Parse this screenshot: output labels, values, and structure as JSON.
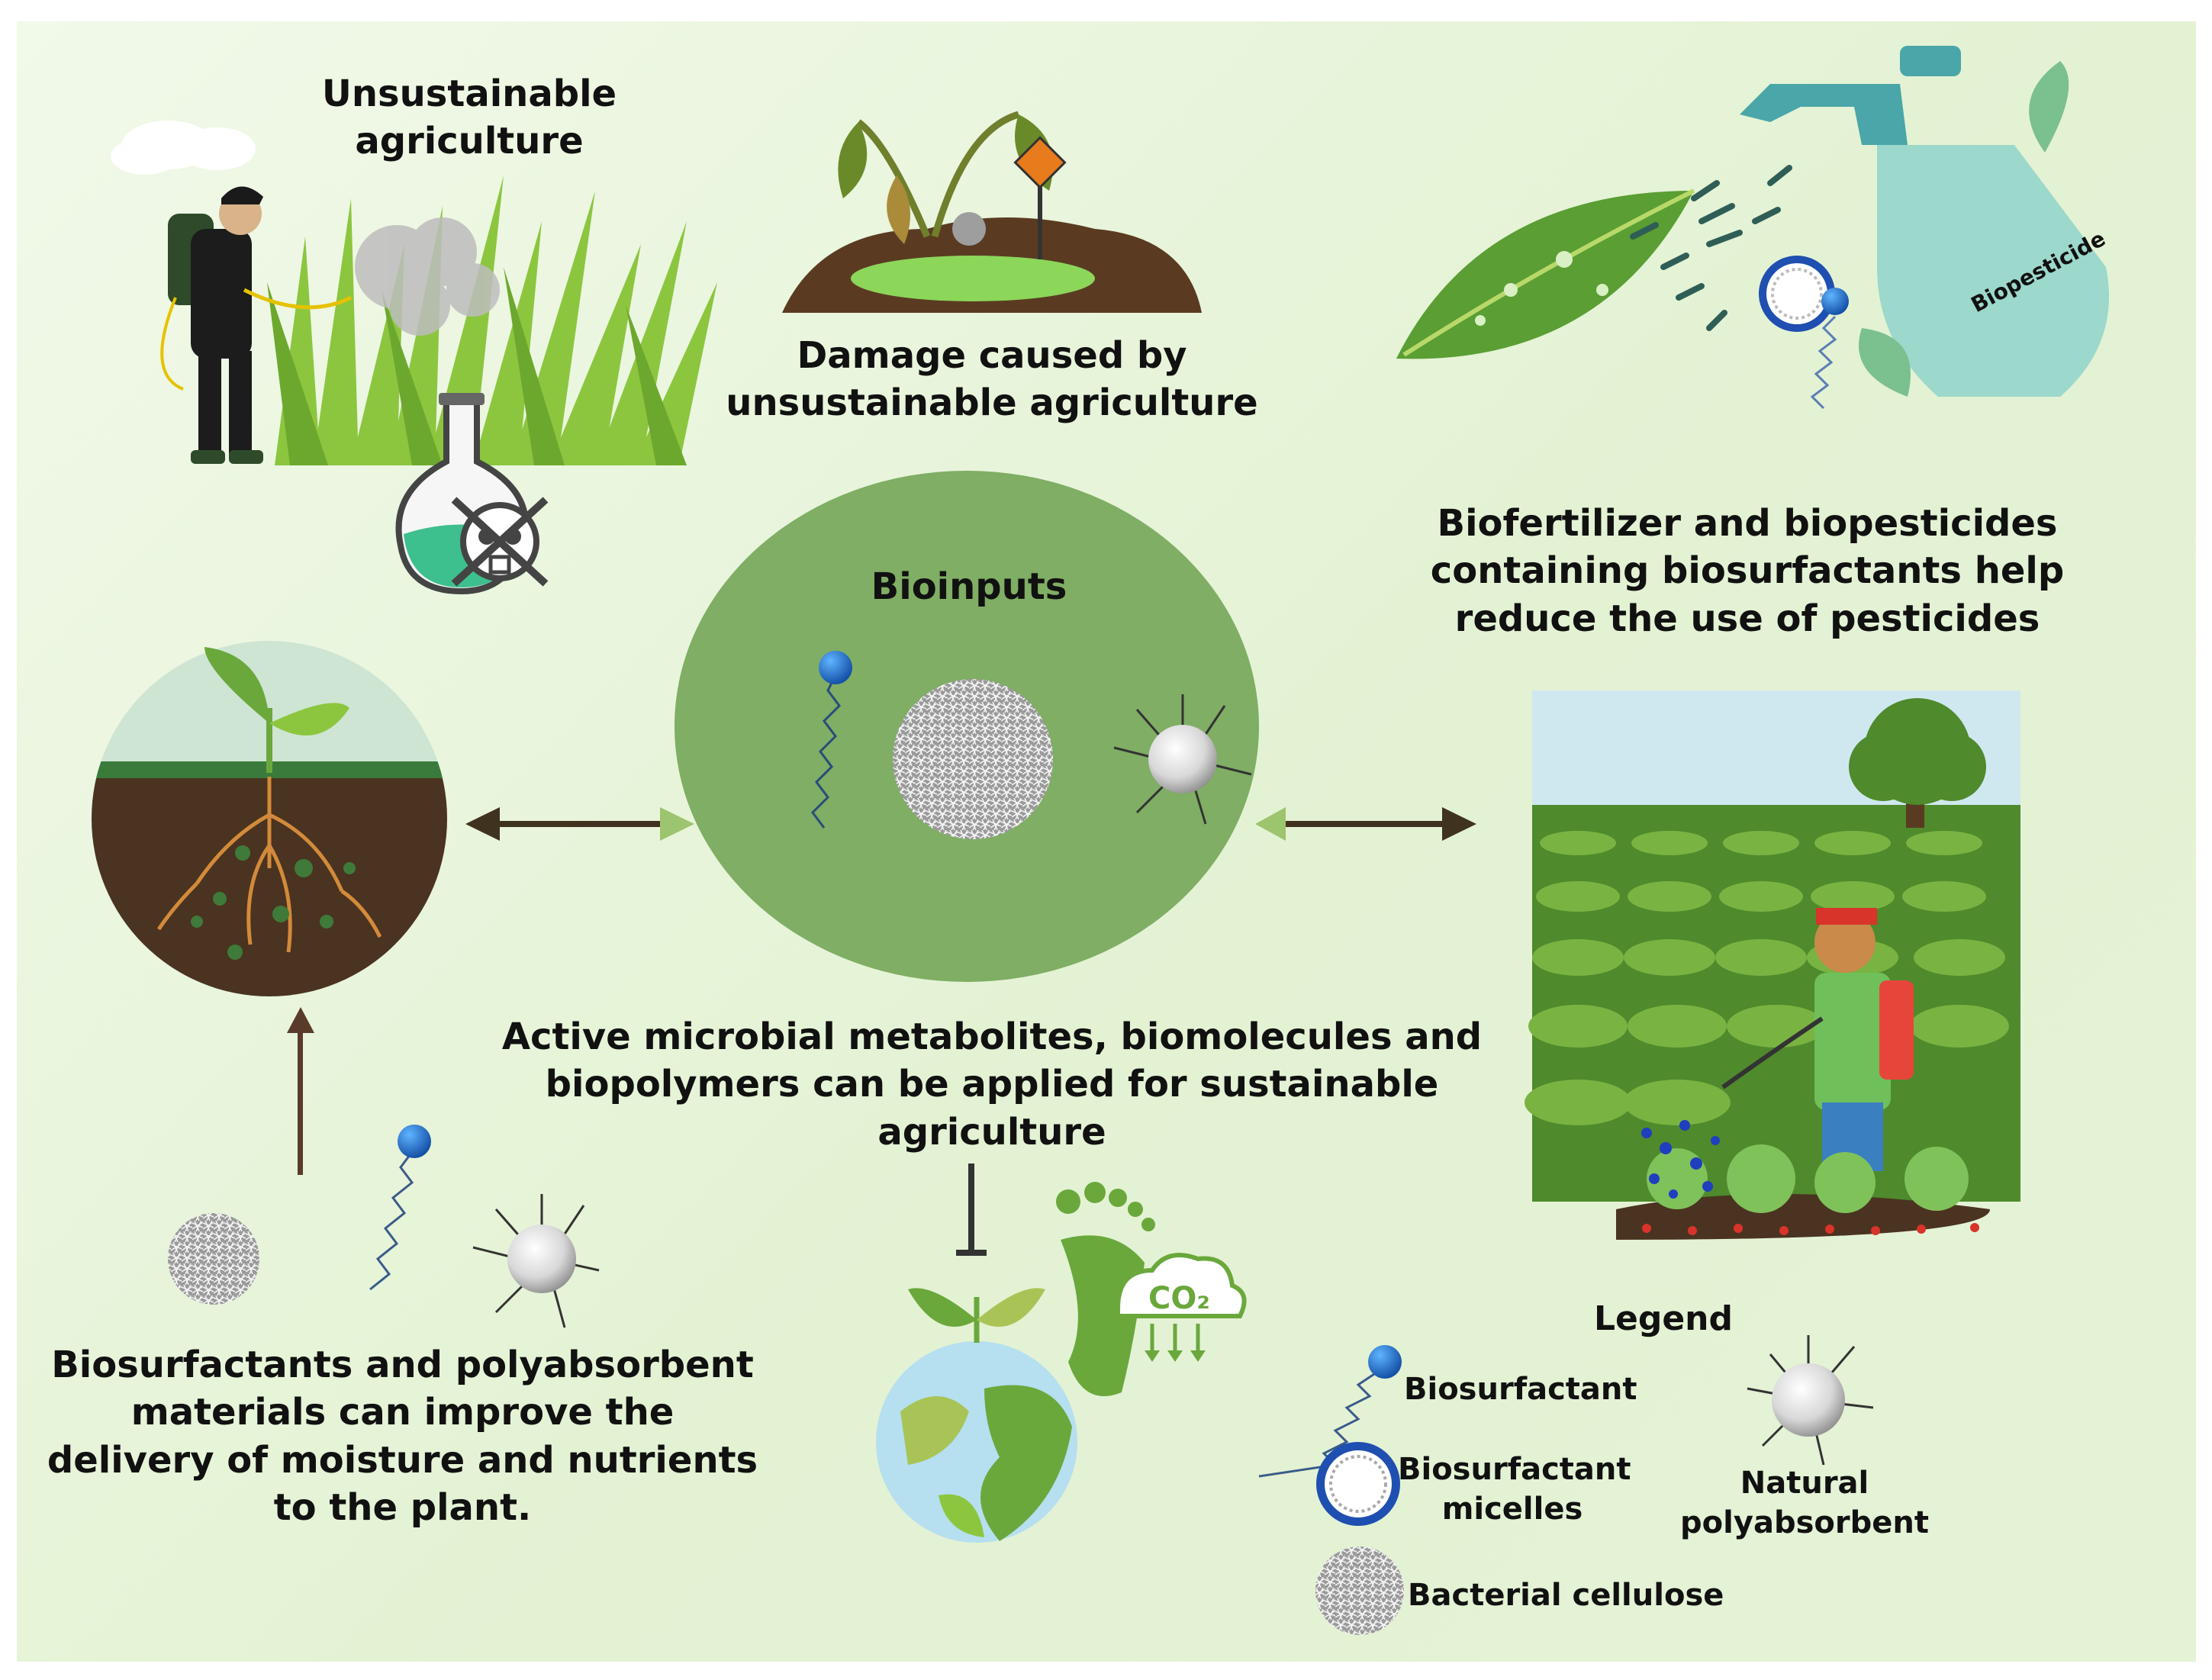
{
  "labels": {
    "unsustainable": "Unsustainable agriculture",
    "damage": "Damage caused by unsustainable agriculture",
    "bioinputs": "Bioinputs",
    "biofertilizer": "Biofertilizer and biopesticides containing biosurfactants help reduce the use of pesticides",
    "active": "Active microbial metabolites, biomolecules and biopolymers can be applied for sustainable agriculture",
    "biosurf_poly": "Biosurfactants and polyabsorbent materials can improve the delivery of moisture and nutrients to the plant.",
    "biopesticide_bottle": "Biopesticide",
    "co2": "CO₂"
  },
  "legend": {
    "title": "Legend",
    "biosurfactant": "Biosurfactant",
    "micelles": "Biosurfactant micelles",
    "polyabsorbent": "Natural polyabsorbent",
    "cellulose": "Bacterial cellulose"
  },
  "colors": {
    "background": "#e6f4d8",
    "central_circle": "#7fae64",
    "arrow_dark": "#3f3320",
    "arrow_light": "#9dc46e",
    "biosurfactant_head": "#1f6fd0",
    "soil": "#4a3320",
    "leaf_green": "#6aa83c"
  },
  "icons": [
    "farmer-spraying-icon",
    "toxic-flask-icon",
    "damaged-soil-icon",
    "spray-bottle-icon",
    "sprout-roots-icon",
    "bioinputs-circle",
    "sustainable-field-icon",
    "earth-icon",
    "carbon-footprint-icon",
    "biosurfactant-icon",
    "micelle-icon",
    "polyabsorbent-icon",
    "cellulose-icon"
  ]
}
